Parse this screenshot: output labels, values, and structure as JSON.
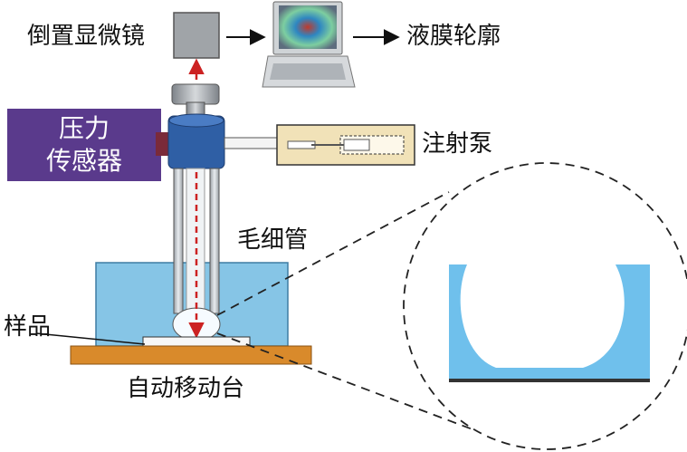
{
  "labels": {
    "microscope": "倒置显微镜",
    "contour": "液膜轮廓",
    "sensor_line1": "压力",
    "sensor_line2": "传感器",
    "pump": "注射泵",
    "capillary": "毛细管",
    "sample": "样品",
    "stage": "自动移动台"
  },
  "colors": {
    "microscope_box": "#a0a4a8",
    "sensor": "#5a3a8c",
    "connector": "#2f5fa5",
    "water_tank": "#86c5e6",
    "stage_plate": "#d98a2b",
    "pump_body": "#f1e2b8",
    "beam": "#cc2222",
    "zoom_liquid": "#6fc0ec"
  }
}
